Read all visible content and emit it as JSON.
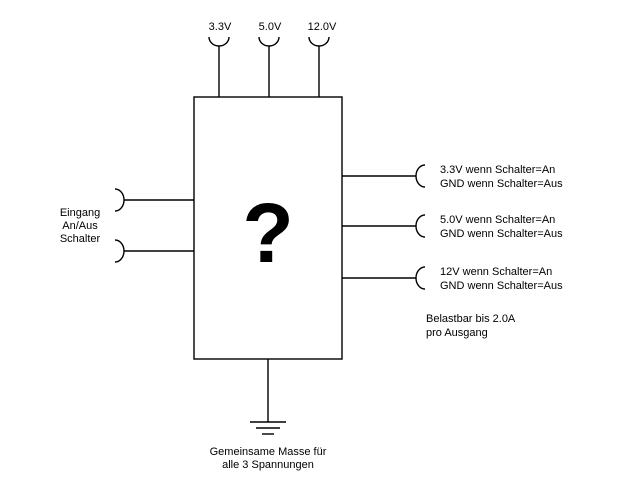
{
  "top_inputs": [
    "3.3V",
    "5.0V",
    "12.0V"
  ],
  "box_symbol": "?",
  "left_label": [
    "Eingang",
    "An/Aus",
    "Schalter"
  ],
  "outputs": [
    [
      "3.3V wenn Schalter=An",
      "GND wenn Schalter=Aus"
    ],
    [
      "5.0V wenn Schalter=An",
      "GND wenn Schalter=Aus"
    ],
    [
      "12V wenn Schalter=An",
      "GND wenn Schalter=Aus"
    ]
  ],
  "load_note": [
    "Belastbar bis 2.0A",
    "pro Ausgang"
  ],
  "ground_note": [
    "Gemeinsame Masse für",
    "alle 3 Spannungen"
  ]
}
